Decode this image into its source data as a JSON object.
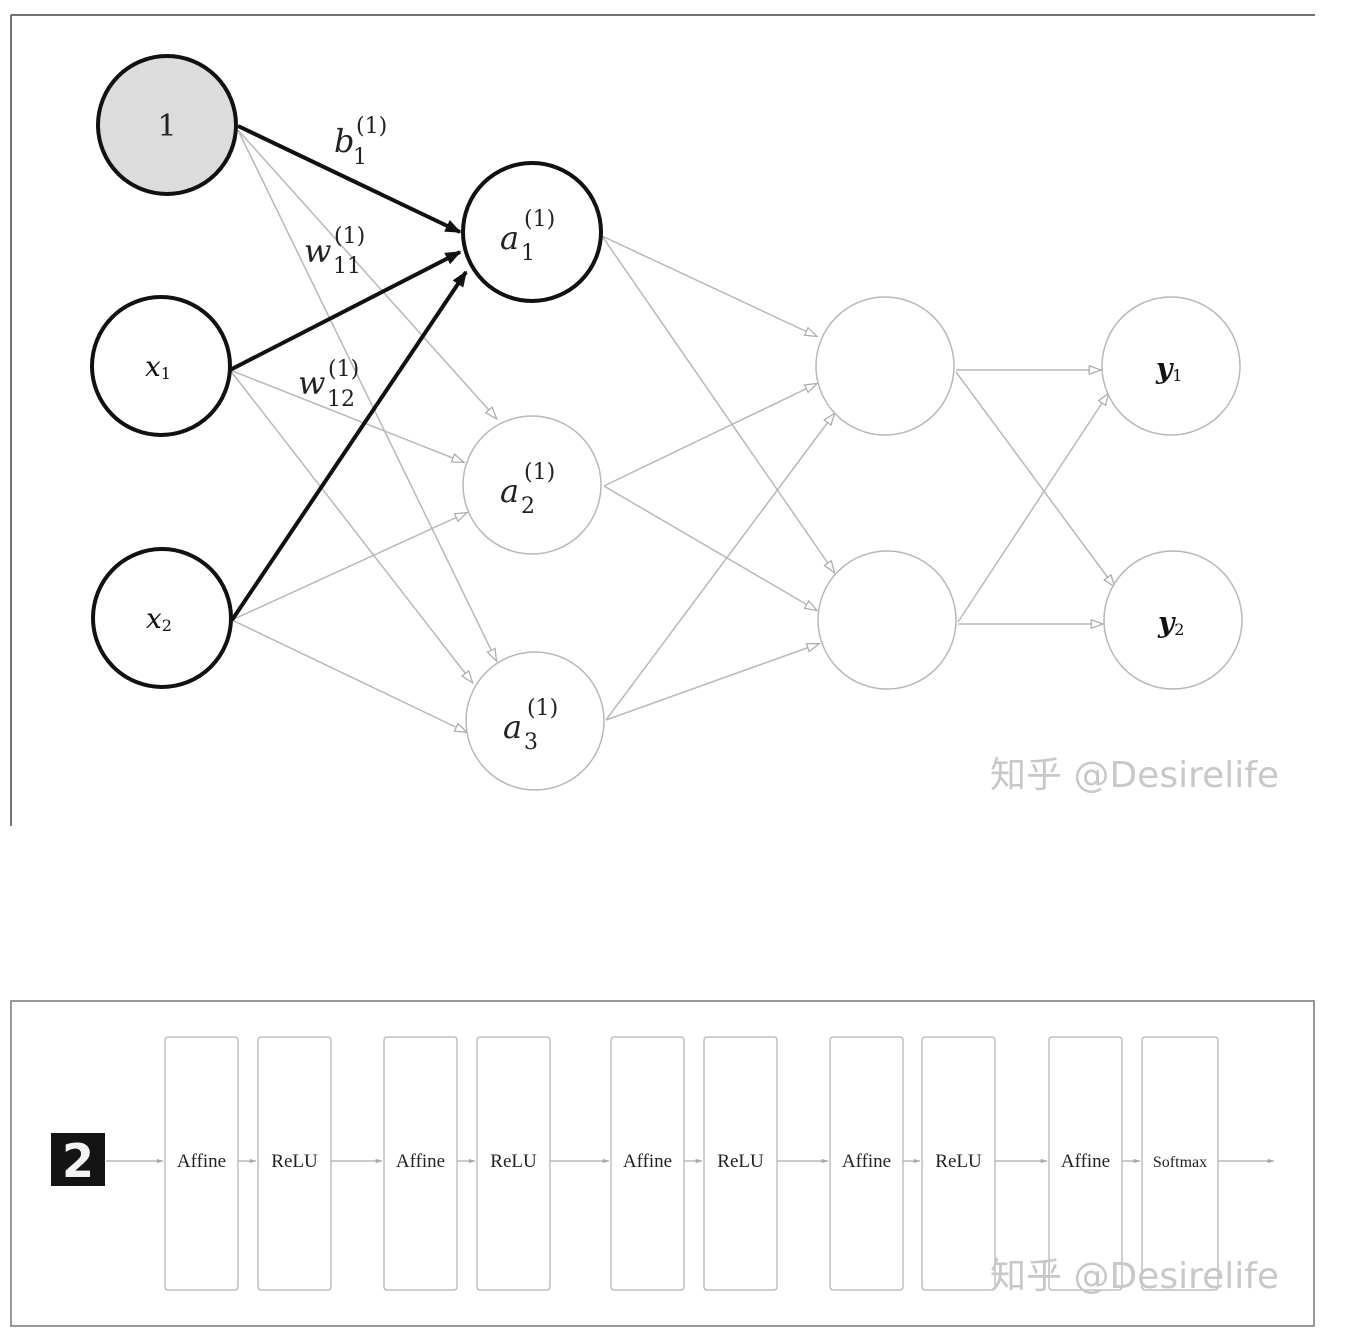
{
  "network_diagram": {
    "nodes": {
      "bias": {
        "text": "1"
      },
      "x1": {
        "base": "x",
        "sub": "1"
      },
      "x2": {
        "base": "x",
        "sub": "2"
      },
      "a1": {
        "base": "a",
        "sub": "1",
        "sup": "(1)"
      },
      "a2": {
        "base": "a",
        "sub": "2",
        "sup": "(1)"
      },
      "a3": {
        "base": "a",
        "sub": "3",
        "sup": "(1)"
      },
      "y1": {
        "base": "y",
        "sub": "1"
      },
      "y2": {
        "base": "y",
        "sub": "2"
      }
    },
    "edge_labels": {
      "b1": {
        "base": "b",
        "sub": "1",
        "sup": "(1)"
      },
      "w11": {
        "base": "w",
        "sub": "11",
        "sup": "(1)"
      },
      "w12": {
        "base": "w",
        "sub": "12",
        "sup": "(1)"
      }
    },
    "watermark": "知乎 @Desirelife"
  },
  "pipeline_diagram": {
    "input_digit": "2",
    "layers": [
      "Affine",
      "ReLU",
      "Affine",
      "ReLU",
      "Affine",
      "ReLU",
      "Affine",
      "ReLU",
      "Affine",
      "Softmax"
    ],
    "watermark": "知乎 @Desirelife"
  },
  "colors": {
    "highlight_stroke": "#111111",
    "faint_stroke": "#b8b8b8",
    "bias_fill": "#dcdcdc",
    "watermark": "#c8c8c8",
    "digit_bg": "#141414"
  }
}
